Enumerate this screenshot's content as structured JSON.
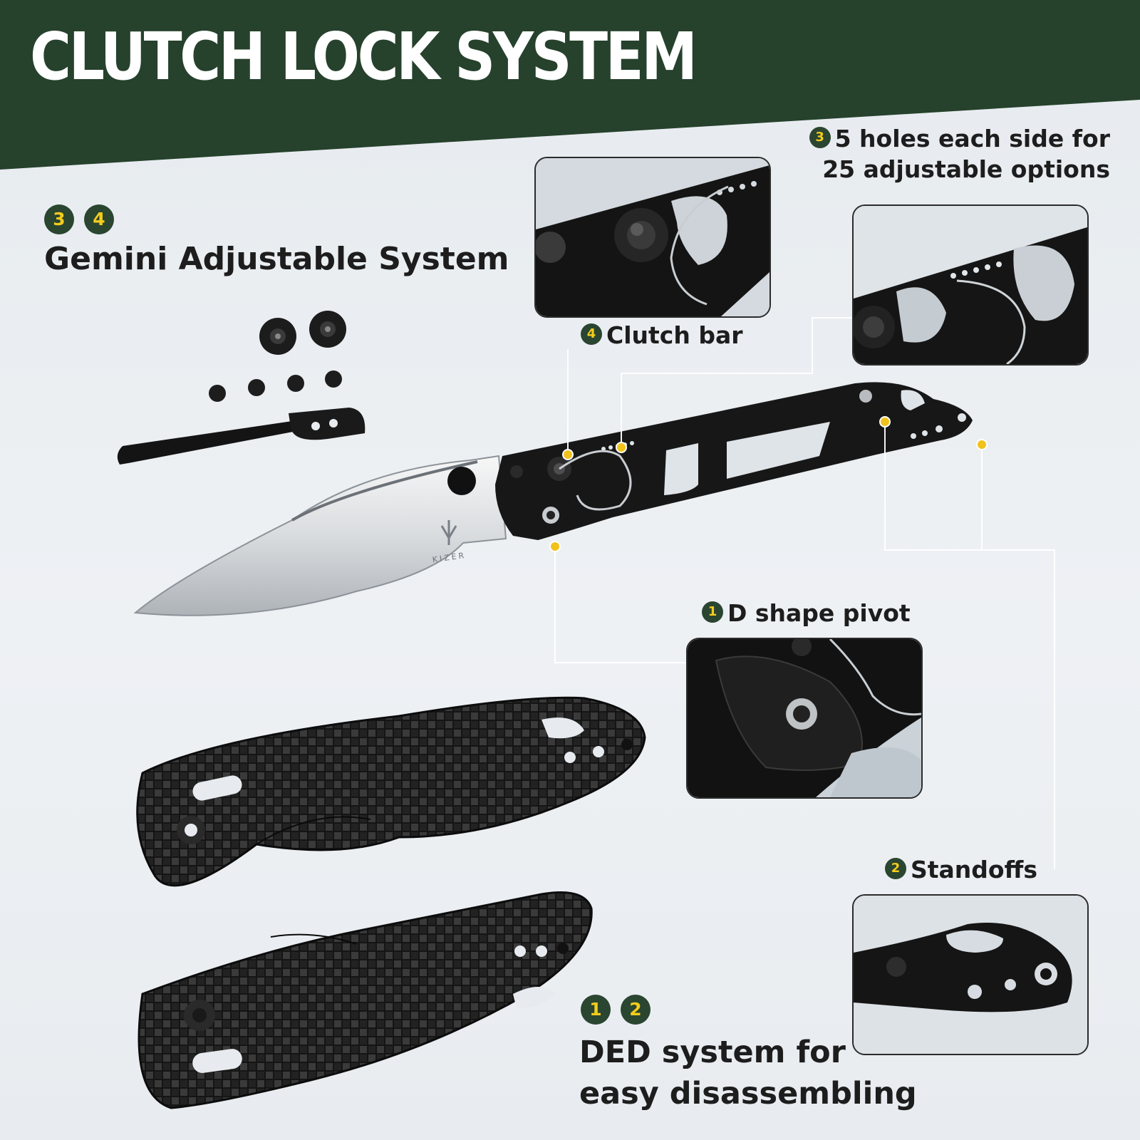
{
  "header": {
    "title": "CLUTCH LOCK SYSTEM"
  },
  "gemini": {
    "badges": [
      "3",
      "4"
    ],
    "title": "Gemini Adjustable System"
  },
  "callouts": {
    "holes": {
      "badge": "3",
      "line1": "5 holes each side for",
      "line2": "25 adjustable options"
    },
    "clutch": {
      "badge": "4",
      "label": "Clutch bar"
    },
    "pivot": {
      "badge": "1",
      "label": "D shape pivot"
    },
    "standoffs": {
      "badge": "2",
      "label": "Standoffs"
    }
  },
  "ded": {
    "badges": [
      "1",
      "2"
    ],
    "line1": "DED system for",
    "line2": "easy disassembling"
  },
  "blade": {
    "brand": "KIZER"
  },
  "colors": {
    "banner": "#26412c",
    "badge_bg": "#2a4530",
    "badge_fg": "#f3cc1c",
    "dot": "#f1c21b",
    "text": "#1d1d1d"
  },
  "icons": [
    "numbered-badge",
    "yellow-dot-marker",
    "callout-leader-line"
  ]
}
